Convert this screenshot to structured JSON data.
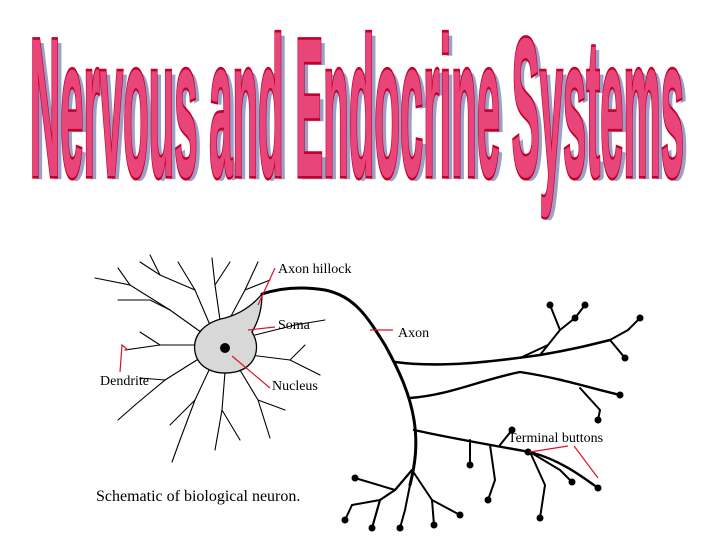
{
  "title": "Nervous and Endocrine Systems",
  "labels": {
    "axon_hillock": "Axon hillock",
    "soma": "Soma",
    "axon": "Axon",
    "dendrite": "Dendrite",
    "nucleus": "Nucleus",
    "terminal_buttons": "Terminal buttons"
  },
  "caption": "Schematic of biological neuron.",
  "colors": {
    "title_fill": "#e8457a",
    "title_outline": "#c4002a",
    "title_shadow": "#9aa0c8",
    "leader_lines": "#e0102a",
    "soma_fill": "#d8d8d8"
  }
}
